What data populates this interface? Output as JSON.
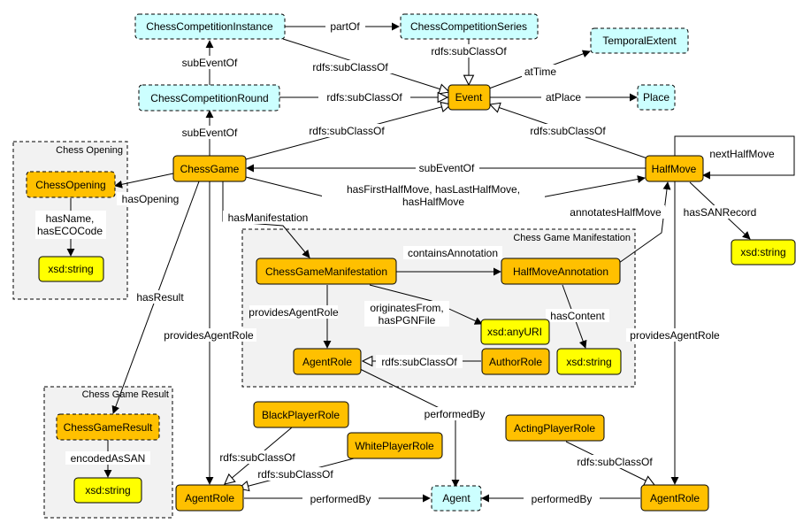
{
  "colors": {
    "class": "#ffc000",
    "external": "#ccffff",
    "datatype": "#ffff00",
    "group_fill": "#f2f2f2",
    "line": "#000000"
  },
  "groups": {
    "chess_opening": "Chess Opening",
    "chess_game_result": "Chess Game Result",
    "chess_game_manifestation": "Chess Game Manifestation"
  },
  "nodes": {
    "chess_competition_instance": "ChessCompetitionInstance",
    "chess_competition_series": "ChessCompetitionSeries",
    "temporal_extent": "TemporalExtent",
    "chess_competition_round": "ChessCompetitionRound",
    "event": "Event",
    "place": "Place",
    "chess_game": "ChessGame",
    "half_move": "HalfMove",
    "chess_opening": "ChessOpening",
    "opening_string": "xsd:string",
    "san_string": "xsd:string",
    "chess_game_manifestation": "ChessGameManifestation",
    "half_move_annotation": "HalfMoveAnnotation",
    "any_uri": "xsd:anyURI",
    "content_string": "xsd:string",
    "agent_role_inner": "AgentRole",
    "author_role": "AuthorRole",
    "chess_game_result": "ChessGameResult",
    "result_string": "xsd:string",
    "black_player_role": "BlackPlayerRole",
    "white_player_role": "WhitePlayerRole",
    "acting_player_role": "ActingPlayerRole",
    "agent_role_left": "AgentRole",
    "agent": "Agent",
    "agent_role_right": "AgentRole"
  },
  "edges": {
    "part_of": "partOf",
    "sub_class_of_series": "rdfs:subClassOf",
    "sub_class_of_instance": "rdfs:subClassOf",
    "at_time": "atTime",
    "sub_event_of_round": "subEventOf",
    "sub_class_of_round": "rdfs:subClassOf",
    "at_place": "atPlace",
    "sub_event_of_game": "subEventOf",
    "sub_class_of_game": "rdfs:subClassOf",
    "sub_class_of_halfmove": "rdfs:subClassOf",
    "sub_event_of_halfmove": "subEventOf",
    "next_half_move": "nextHalfMove",
    "has_opening": "hasOpening",
    "has_first_half_move_1": "hasFirstHalfMove, hasLastHalfMove,",
    "has_first_half_move_2": "hasHalfMove",
    "has_name_1": "hasName,",
    "has_name_2": "hasECOCode",
    "has_manifestation": "hasManifestation",
    "annotates_half_move": "annotatesHalfMove",
    "has_san_record": "hasSANRecord",
    "contains_annotation": "containsAnnotation",
    "originates_from_1": "originatesFrom,",
    "originates_from_2": "hasPGNFile",
    "provides_agent_role_inner": "providesAgentRole",
    "has_content": "hasContent",
    "has_result": "hasResult",
    "provides_agent_role_left": "providesAgentRole",
    "provides_agent_role_right": "providesAgentRole",
    "sub_class_of_author": "rdfs:subClassOf",
    "performed_by_inner": "performedBy",
    "encoded_as_san": "encodedAsSAN",
    "sub_class_of_black": "rdfs:subClassOf",
    "sub_class_of_white": "rdfs:subClassOf",
    "sub_class_of_acting": "rdfs:subClassOf",
    "performed_by_left": "performedBy",
    "performed_by_right": "performedBy"
  }
}
